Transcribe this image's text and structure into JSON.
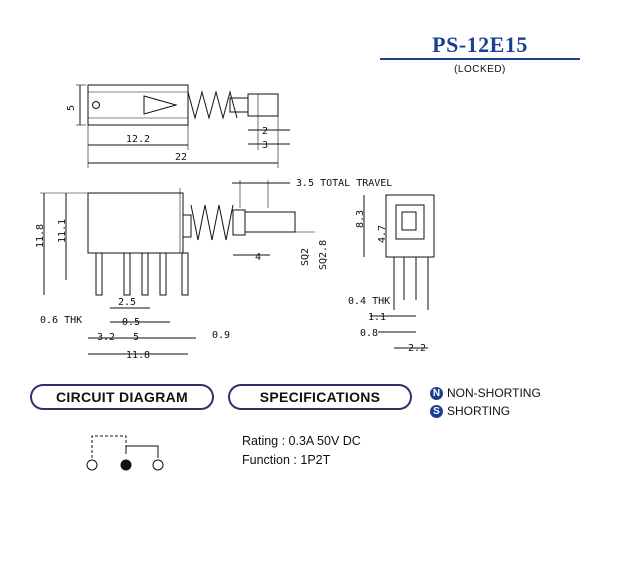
{
  "header": {
    "model": "PS-12E15",
    "variant": "(LOCKED)"
  },
  "dimensions": {
    "top": {
      "height": "5",
      "body_len": "12.2",
      "total_len": "22",
      "gap_a": "2",
      "gap_b": "3"
    },
    "side": {
      "travel": "3.5 TOTAL TRAVEL",
      "h_outer": "11.8",
      "h_inner": "11.1",
      "pitch": "2.5",
      "pin_w": "0.5",
      "pin_thk": "0.6 THK",
      "left": "3.2",
      "span": "5",
      "width": "11.8",
      "edge": "0.9",
      "shaft_len": "4",
      "sq_a": "SQ2",
      "sq_b": "SQ2.8"
    },
    "end": {
      "h_a": "8.3",
      "h_b": "4.7",
      "thk": "0.4 THK",
      "d_a": "1.1",
      "d_b": "0.8",
      "d_c": "2.2"
    }
  },
  "sections": {
    "circuit": "CIRCUIT DIAGRAM",
    "specs": "SPECIFICATIONS"
  },
  "legend": [
    {
      "letter": "N",
      "label": "NON-SHORTING",
      "icon": "n-circle-icon"
    },
    {
      "letter": "S",
      "label": "SHORTING",
      "icon": "s-circle-icon"
    }
  ],
  "specifications": {
    "rating": "Rating : 0.3A 50V DC",
    "function": "Function : 1P2T"
  },
  "colors": {
    "accent": "#1d3f8f",
    "pill": "#3b2a6b"
  }
}
